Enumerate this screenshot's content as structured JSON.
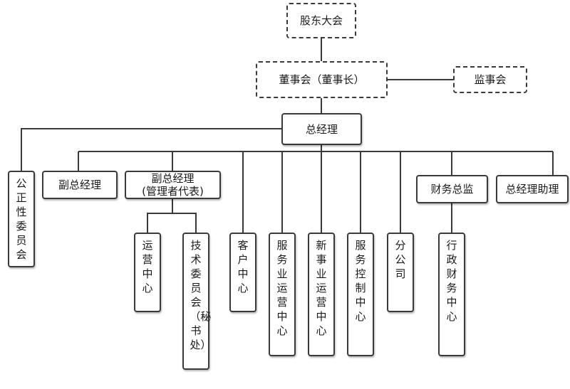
{
  "org": {
    "shareholders": "股东大会",
    "board": "董事会（董事长）",
    "supervisors": "监事会",
    "gm": "总经理",
    "fairness": "公正性委员会",
    "deputy_gm": "副总经理",
    "deputy_gm_rep_line1": "副总经理",
    "deputy_gm_rep_line2": "(管理者代表)",
    "operations": "运营中心",
    "tech_committee": "技术委员会（秘书处）",
    "customer": "客户中心",
    "service_ops": "服务业运营中心",
    "new_ops": "新事业运营中心",
    "service_ctrl": "服务控制中心",
    "branch": "分公司",
    "cfo": "财务总监",
    "admin_finance": "行政财务中心",
    "gm_assistant": "总经理助理"
  }
}
